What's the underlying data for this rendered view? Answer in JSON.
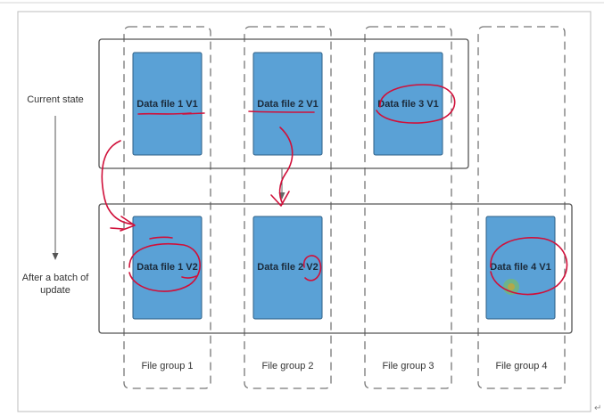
{
  "diagram": {
    "states": {
      "current": "Current state",
      "after_line1": "After a batch of",
      "after_line2": "update"
    },
    "file_groups": [
      {
        "label": "File group 1"
      },
      {
        "label": "File group 2"
      },
      {
        "label": "File group 3"
      },
      {
        "label": "File group 4"
      }
    ],
    "files": {
      "current": [
        "Data file 1 V1",
        "Data file 2 V1",
        "Data file 3 V1"
      ],
      "after": [
        "Data file 1 V2",
        "Data file 2 V2",
        "Data file 4 V1"
      ]
    },
    "colors": {
      "file_fill": "#5aa1d6",
      "file_stroke": "#2e5f86",
      "annotation_ink": "#d0103a",
      "highlight": "#7fc24a"
    }
  }
}
